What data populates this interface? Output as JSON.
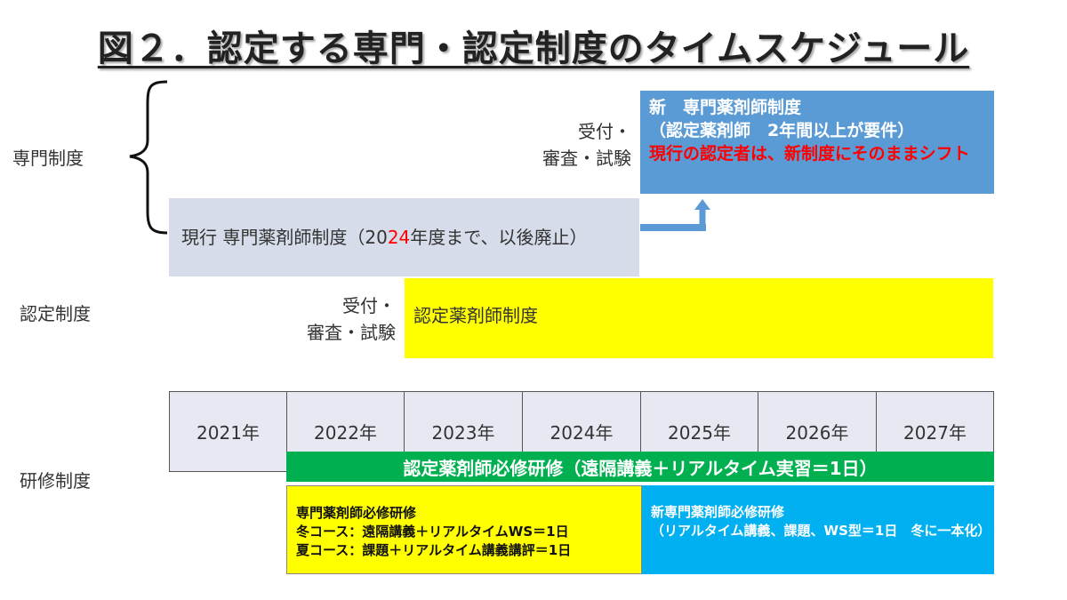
{
  "title": "図２．認定する専門・認定制度のタイムスケジュール",
  "row_labels": {
    "specialist": "専門制度",
    "certified": "認定制度",
    "training": "研修制度"
  },
  "specialist": {
    "reception_line1": "受付・",
    "reception_line2": "審査・試験",
    "new_system_line1": "新　専門薬剤師制度",
    "new_system_line2": "（認定薬剤師　2年間以上が要件）",
    "new_system_note": "現行の認定者は、新制度にそのままシフト",
    "current_prefix": "現行 専門薬剤師制度（20",
    "current_highlight": "24",
    "current_suffix": "年度まで、以後廃止）",
    "highlight_color": "#ff0000"
  },
  "certified": {
    "reception_line1": "受付・",
    "reception_line2": "審査・試験",
    "system_label": "認定薬剤師制度"
  },
  "years": [
    "2021年",
    "2022年",
    "2023年",
    "2024年",
    "2025年",
    "2026年",
    "2027年"
  ],
  "training": {
    "mandatory_bar": "認定薬剤師必修研修（遠隔講義＋リアルタイム実習＝1日）",
    "current_title": "専門薬剤師必修研修",
    "current_winter": "冬コース：遠隔講義＋リアルタイムWS＝1日",
    "current_summer": "夏コース：課題＋リアルタイム講義講評＝1日",
    "new_title": "新専門薬剤師必修研修",
    "new_detail": "（リアルタイム講義、課題、WS型＝1日　冬に一本化）"
  },
  "colors": {
    "new_box": "#5b9bd5",
    "current_box": "#d6dce9",
    "yellow": "#ffff00",
    "green": "#00b050",
    "cyan": "#00b0f0",
    "arrow": "#5b9bd5"
  }
}
